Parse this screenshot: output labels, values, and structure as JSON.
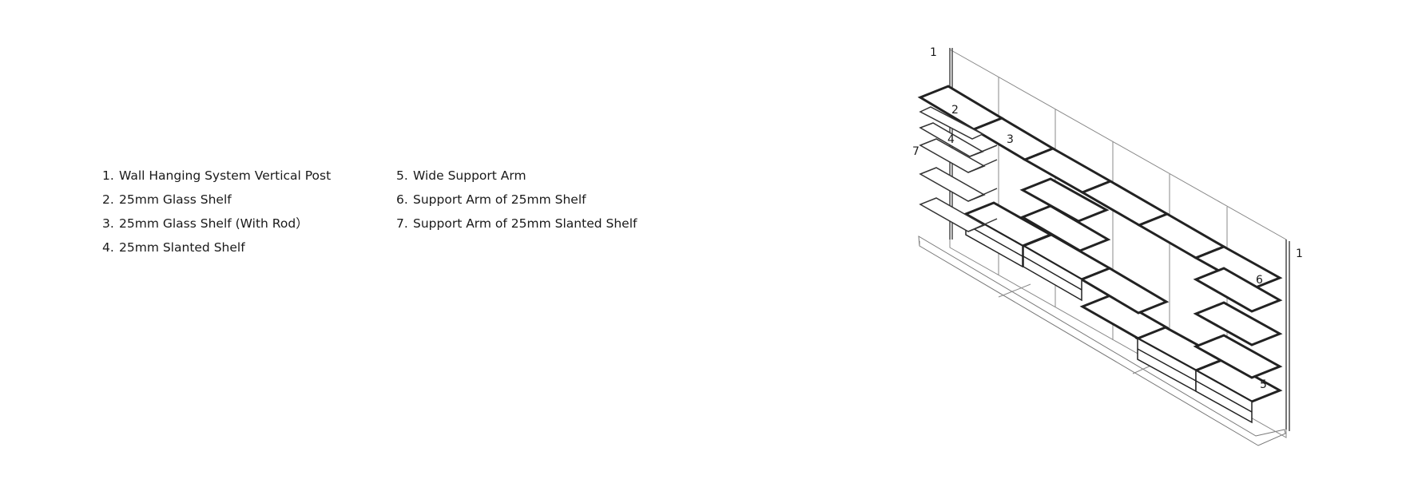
{
  "legend": {
    "left": [
      {
        "num": "1.",
        "label": "Wall Hanging System Vertical Post"
      },
      {
        "num": "2.",
        "label": "25mm Glass Shelf"
      },
      {
        "num": "3.",
        "label": "25mm Glass Shelf (With Rod）"
      },
      {
        "num": "4.",
        "label": "25mm Slanted Shelf"
      }
    ],
    "right": [
      {
        "num": "5.",
        "label": "Wide Support Arm"
      },
      {
        "num": "6.",
        "label": "Support Arm of 25mm Shelf"
      },
      {
        "num": "7.",
        "label": "Support Arm of 25mm Slanted Shelf"
      }
    ]
  },
  "callouts": {
    "post_top": "1",
    "post_right": "1",
    "glass_shelf": "2",
    "glass_shelf_rod": "3",
    "slanted_shelf": "4",
    "wide_arm": "5",
    "shelf_arm": "6",
    "slanted_arm": "7"
  }
}
